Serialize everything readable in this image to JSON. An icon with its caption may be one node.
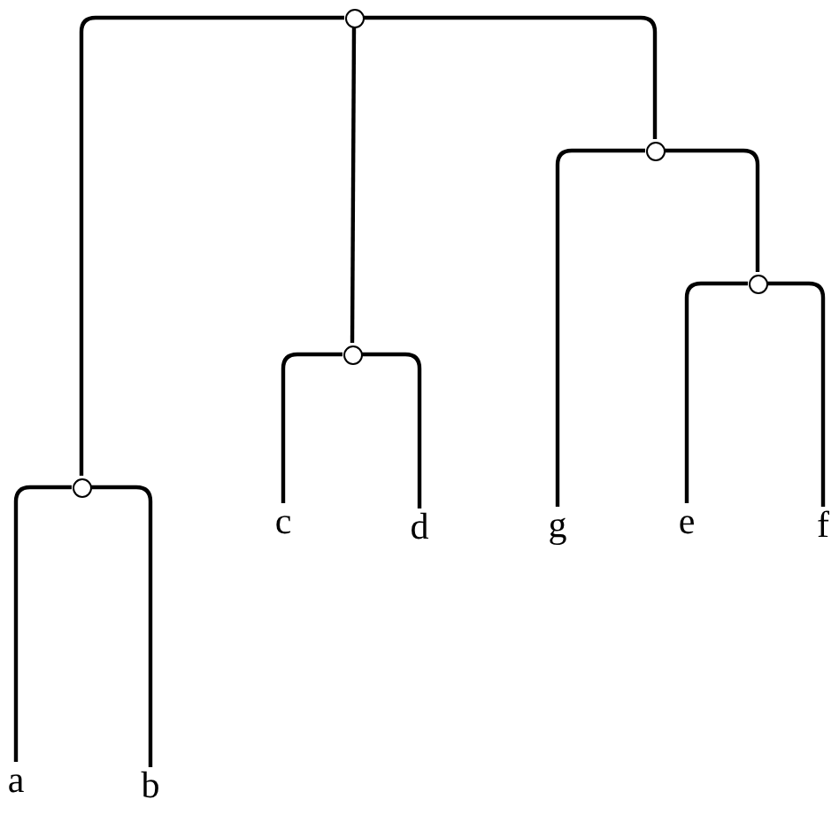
{
  "diagram": {
    "nodes": [
      {
        "text": [],
        "shape": "circle"
      },
      {
        "text": [],
        "shape": "circle"
      },
      {
        "text": [],
        "shape": "circle"
      },
      {
        "text": [],
        "shape": "circle"
      },
      {
        "text": [],
        "shape": "circle"
      },
      {
        "text": [
          "c"
        ]
      },
      {
        "text": [
          "d"
        ]
      },
      {
        "text": [
          "g"
        ]
      },
      {
        "text": [
          "e"
        ]
      },
      {
        "text": [
          "f"
        ]
      },
      {
        "text": [
          "a"
        ]
      },
      {
        "text": [
          "b"
        ]
      }
    ],
    "edges": [
      {
        "from": 0,
        "to": 4,
        "arrow": "none"
      },
      {
        "from": 0,
        "to": 3,
        "arrow": "none"
      },
      {
        "from": 0,
        "to": 1,
        "arrow": "none"
      },
      {
        "from": 1,
        "to": 7,
        "arrow": "none"
      },
      {
        "from": 1,
        "to": 2,
        "arrow": "none"
      },
      {
        "from": 2,
        "to": 8,
        "arrow": "none"
      },
      {
        "from": 2,
        "to": 9,
        "arrow": "none"
      },
      {
        "from": 3,
        "to": 5,
        "arrow": "none"
      },
      {
        "from": 3,
        "to": 6,
        "arrow": "none"
      },
      {
        "from": 4,
        "to": 10,
        "arrow": "none"
      },
      {
        "from": 4,
        "to": 11,
        "arrow": "none"
      }
    ]
  }
}
